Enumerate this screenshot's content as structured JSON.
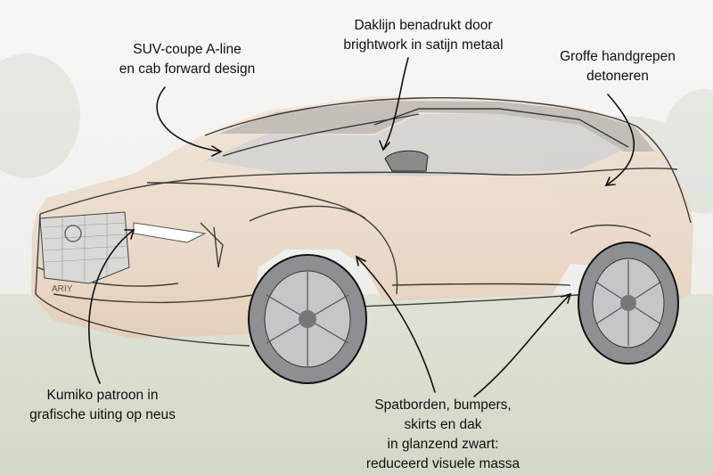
{
  "annotations": {
    "suv_coupe": {
      "lines": [
        "SUV-coupe A-line",
        "en cab forward design"
      ]
    },
    "roofline": {
      "lines": [
        "Daklijn benadrukt door",
        "brightwork in satijn metaal"
      ]
    },
    "handles": {
      "lines": [
        "Groffe handgrepen",
        "detoneren"
      ]
    },
    "kumiko": {
      "lines": [
        "Kumiko patroon in",
        "grafische uiting op neus"
      ]
    },
    "black_parts": {
      "lines": [
        "Spatborden, bumpers,",
        "skirts en dak",
        "in glanzend zwart:",
        "reduceerd visuele massa"
      ]
    }
  },
  "vehicle": {
    "plate_text": "ARIY",
    "body_color": "#e9d7c4",
    "sketch_color": "#222222"
  }
}
